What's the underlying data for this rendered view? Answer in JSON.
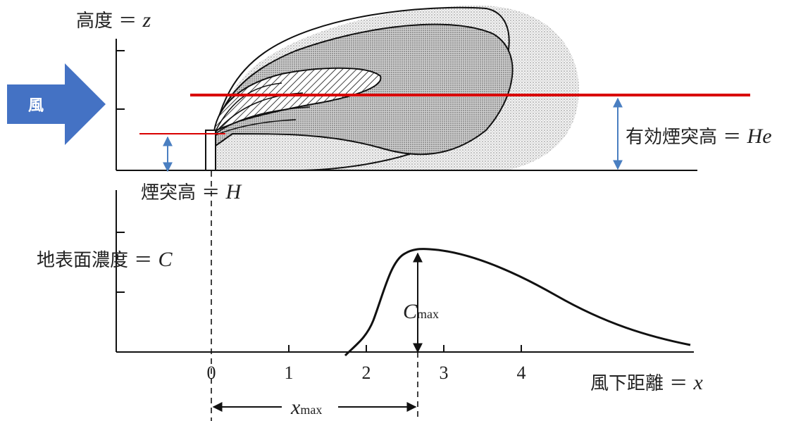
{
  "labels": {
    "height_z_text": "高度 ＝",
    "height_z_var": "z",
    "wind": "風",
    "stack_height_text": "煙突高 ＝",
    "stack_height_var": "H",
    "effective_height_text": "有効煙突高 ＝",
    "effective_height_var": "He",
    "ground_conc_text": "地表面濃度 ＝",
    "ground_conc_var": "C",
    "cmax_var": "C",
    "cmax_sub": "max",
    "downwind_text": "風下距離 ＝",
    "downwind_var": "x",
    "xmax_var": "x",
    "xmax_sub": "max"
  },
  "x_axis_ticks": [
    "0",
    "1",
    "2",
    "3",
    "4"
  ],
  "colors": {
    "wind_arrow": "#4472c4",
    "effective_height_line": "#d90000",
    "dimension_arrow": "#4a7fc1",
    "plume_stipple": "#d9d9d9",
    "curve": "#111111"
  },
  "icons": {
    "wind": "right-arrow-icon",
    "stack_height": "double-arrow-icon",
    "effective_height": "double-arrow-icon"
  }
}
